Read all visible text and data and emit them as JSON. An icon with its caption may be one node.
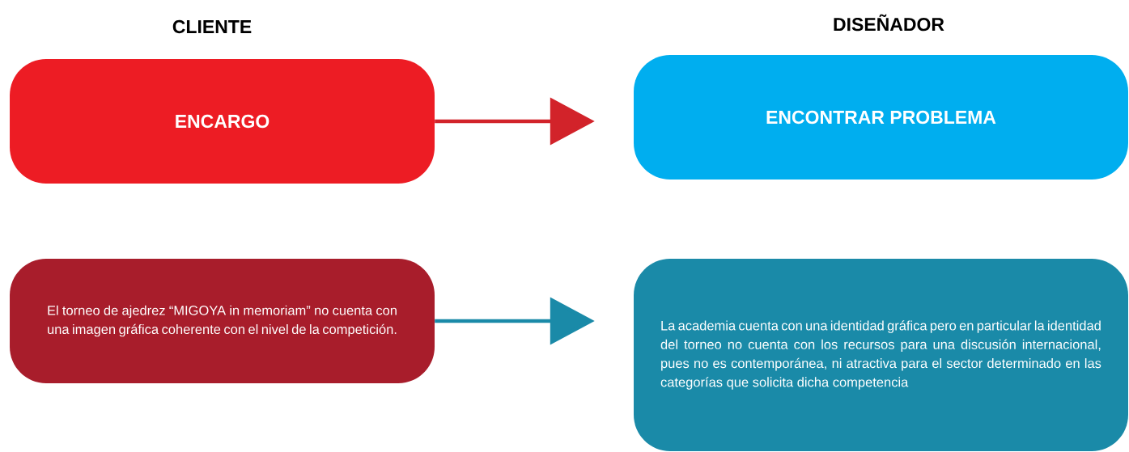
{
  "diagram": {
    "nodes": [
      {
        "text": [
          "ENCARGO"
        ]
      },
      {
        "text": [
          "ENCONTRAR PROBLEMA"
        ]
      },
      {
        "text": [
          "El torneo de ajedrez “MIGOYA in memoriam” no cuenta con una imagen gráfica coherente con el nivel de la competición."
        ]
      },
      {
        "text": [
          "La academia cuenta con una identidad gráfica pero en particular la identidad del torneo no cuenta con los recursos para una discusión internacional, pues no es contemporánea, ni atractiva para el sector determinado en las categorías que solicita dicha competencia"
        ]
      }
    ],
    "edges": [
      {
        "from": 0,
        "to": 1,
        "arrow": "to",
        "color": "#d2232a"
      },
      {
        "from": 2,
        "to": 3,
        "arrow": "to",
        "color": "#1a8aa8"
      }
    ],
    "labels": [
      "CLIENTE",
      "DISEÑADOR"
    ]
  }
}
